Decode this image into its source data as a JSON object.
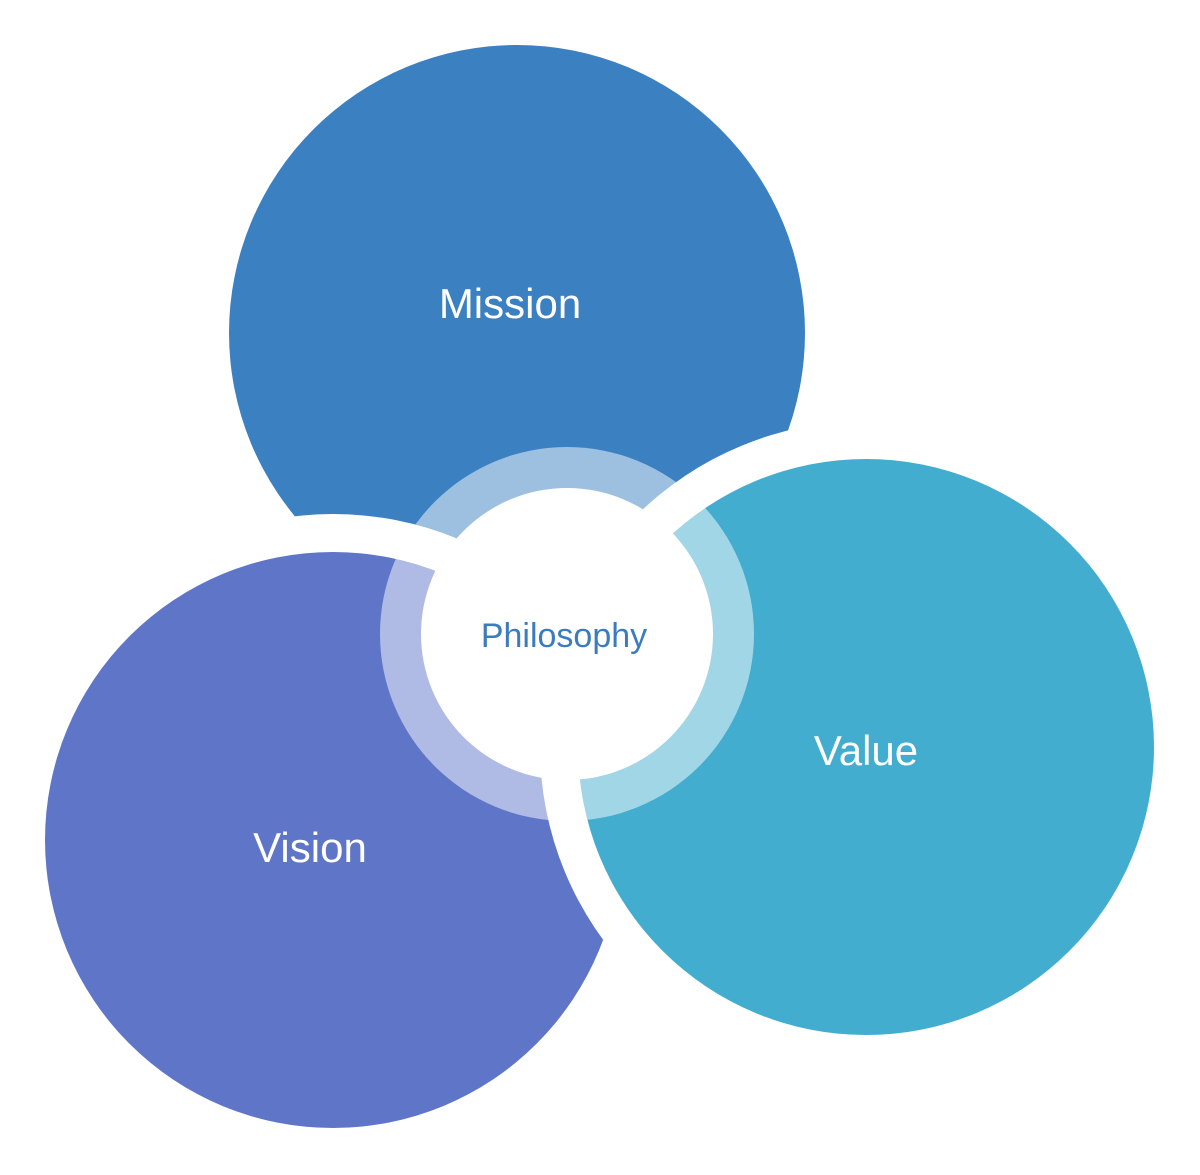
{
  "diagram": {
    "center": {
      "label": "Philosophy",
      "color": "#3B7CC0"
    },
    "circles": [
      {
        "label": "Mission",
        "color": "#3B80C1"
      },
      {
        "label": "Vision",
        "color": "#5F76C8"
      },
      {
        "label": "Value",
        "color": "#42ADCF"
      }
    ]
  }
}
